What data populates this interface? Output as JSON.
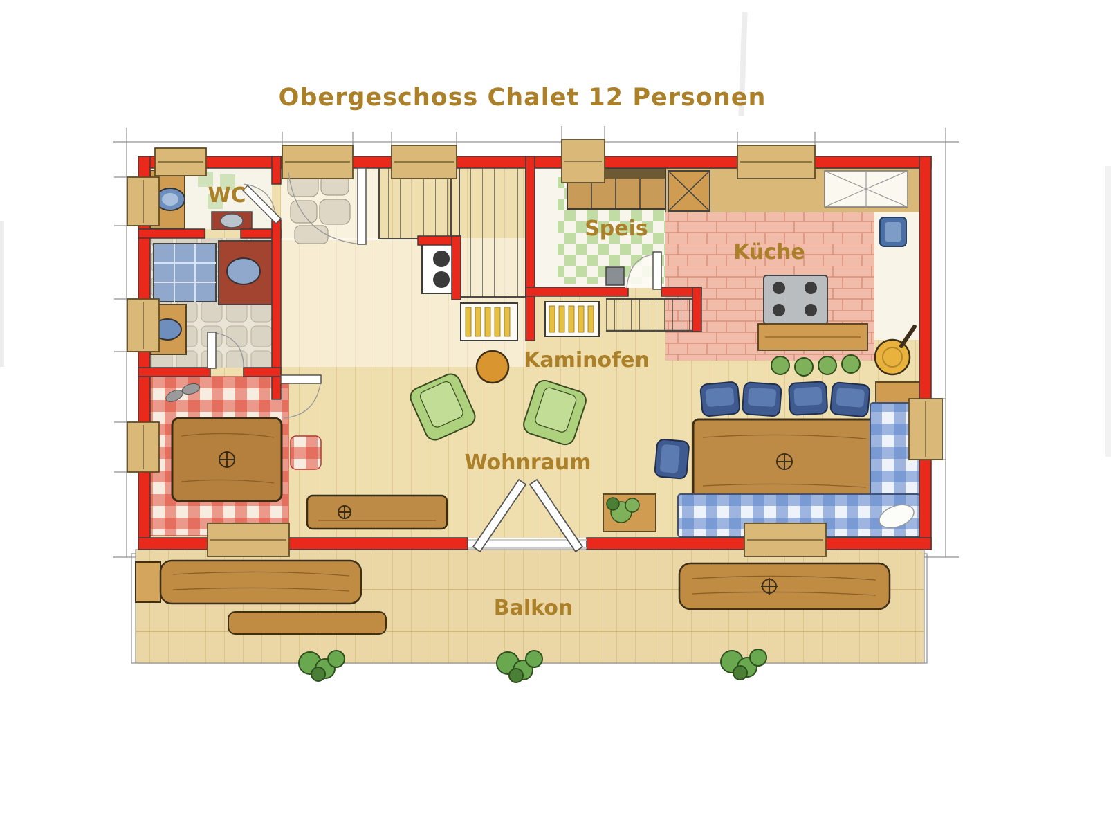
{
  "title": "Obergeschoss Chalet 12 Personen",
  "labels": {
    "wc": "WC",
    "speis": "Speis",
    "kueche": "Küche",
    "kaminofen": "Kaminofen",
    "wohnraum": "Wohnraum",
    "balkon": "Balkon"
  },
  "colors": {
    "label_text": "#ab8028",
    "wall_red": "#e8291c",
    "floor_wood": "#f0dfae",
    "window_wood": "#d9b878",
    "brick_pink": "#f2bcaa",
    "rug_red": "#e04634",
    "sofa_blue": "#5b82c8",
    "armchair_green": "#aed17e",
    "kaminofen_orange": "#d9952f",
    "chair_navy": "#3f5a8f",
    "plant_green": "#6aa84f"
  }
}
